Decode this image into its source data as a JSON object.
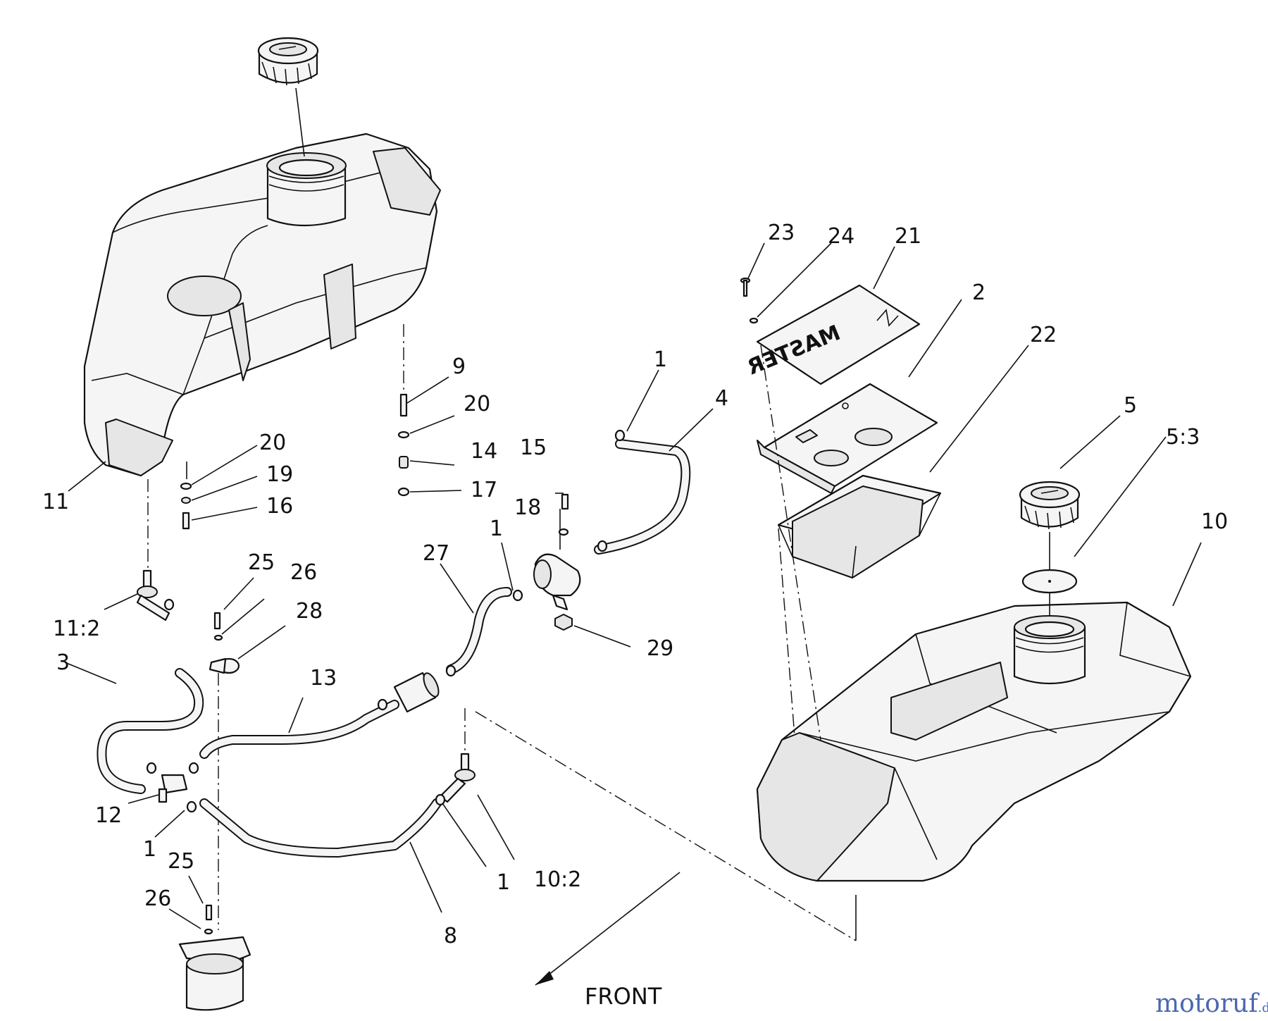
{
  "diagram": {
    "front_label": "FRONT",
    "watermark": {
      "text": "motoruf",
      "suffix": ".de"
    },
    "decal_text": "MASTER",
    "callouts": [
      {
        "id": "c-1a",
        "text": "1"
      },
      {
        "id": "c-1b",
        "text": "1"
      },
      {
        "id": "c-1c",
        "text": "1"
      },
      {
        "id": "c-1d",
        "text": "1"
      },
      {
        "id": "c-2",
        "text": "2"
      },
      {
        "id": "c-3",
        "text": "3"
      },
      {
        "id": "c-4",
        "text": "4"
      },
      {
        "id": "c-5",
        "text": "5"
      },
      {
        "id": "c-5-3",
        "text": "5:3"
      },
      {
        "id": "c-8",
        "text": "8"
      },
      {
        "id": "c-9",
        "text": "9"
      },
      {
        "id": "c-10",
        "text": "10"
      },
      {
        "id": "c-10-2",
        "text": "10:2"
      },
      {
        "id": "c-11",
        "text": "11"
      },
      {
        "id": "c-11-2",
        "text": "11:2"
      },
      {
        "id": "c-12",
        "text": "12"
      },
      {
        "id": "c-13",
        "text": "13"
      },
      {
        "id": "c-14",
        "text": "14"
      },
      {
        "id": "c-15",
        "text": "15"
      },
      {
        "id": "c-16",
        "text": "16"
      },
      {
        "id": "c-17",
        "text": "17"
      },
      {
        "id": "c-18",
        "text": "18"
      },
      {
        "id": "c-19",
        "text": "19"
      },
      {
        "id": "c-20a",
        "text": "20"
      },
      {
        "id": "c-20b",
        "text": "20"
      },
      {
        "id": "c-21",
        "text": "21"
      },
      {
        "id": "c-22",
        "text": "22"
      },
      {
        "id": "c-23",
        "text": "23"
      },
      {
        "id": "c-24",
        "text": "24"
      },
      {
        "id": "c-25a",
        "text": "25"
      },
      {
        "id": "c-25b",
        "text": "25"
      },
      {
        "id": "c-26a",
        "text": "26"
      },
      {
        "id": "c-26b",
        "text": "26"
      },
      {
        "id": "c-27",
        "text": "27"
      },
      {
        "id": "c-28",
        "text": "28"
      },
      {
        "id": "c-29",
        "text": "29"
      }
    ]
  }
}
